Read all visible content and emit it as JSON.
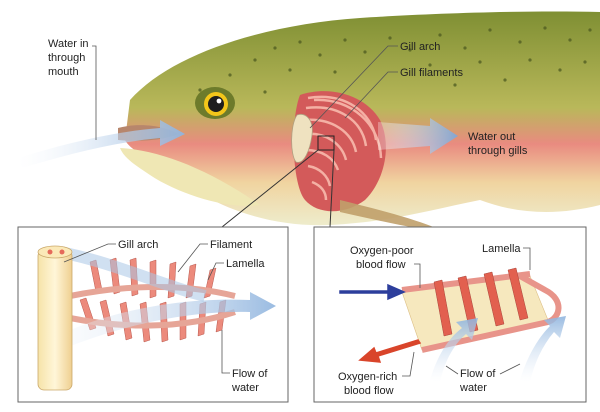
{
  "labels": {
    "water_in": [
      "Water in",
      "through",
      "mouth"
    ],
    "gill_arch_top": "Gill arch",
    "gill_filaments": "Gill filaments",
    "water_out": [
      "Water out",
      "through gills"
    ],
    "gill_arch_left": "Gill arch",
    "filament": "Filament",
    "lamella_left": "Lamella",
    "flow_of_water_left": [
      "Flow of",
      "water"
    ],
    "oxygen_poor": [
      "Oxygen-poor",
      "blood flow"
    ],
    "lamella_right": "Lamella",
    "oxygen_rich": [
      "Oxygen-rich",
      "blood flow"
    ],
    "flow_of_water_right": [
      "Flow of",
      "water"
    ]
  },
  "colors": {
    "fish_back": "#8a9a3c",
    "fish_belly": "#e9e6a8",
    "fish_red": "#e0606a",
    "gill_red": "#e8857f",
    "water_arrow": "#a9c6e6",
    "oxygen_poor_arrow": "#2d3e9c",
    "oxygen_rich_arrow": "#d9452b",
    "panel_border": "#666666"
  }
}
